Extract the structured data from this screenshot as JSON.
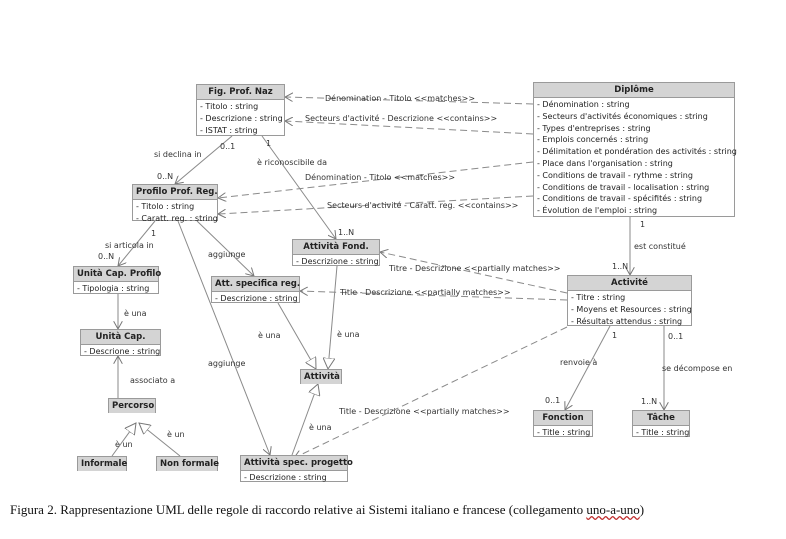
{
  "classes": {
    "fig_prof_naz": {
      "name": "Fig. Prof. Naz",
      "attrs": [
        "- Titolo : string",
        "- Descrizione : string",
        "- ISTAT : string"
      ]
    },
    "diplome": {
      "name": "Diplôme",
      "attrs": [
        "- Dénomination : string",
        "- Secteurs d'activités économiques : string",
        "- Types d'entreprises : string",
        "- Emplois concernés : string",
        "- Délimitation et pondération des activités : string",
        "- Place dans l'organisation : string",
        "- Conditions de travail - rythme : string",
        "- Conditions de travail - localisation : string",
        "- Conditions de travail - spécifités : string",
        "- Évolution de l'emploi : string"
      ]
    },
    "profilo_prof_reg": {
      "name": "Profilo Prof. Reg.",
      "attrs": [
        "- Titolo : string",
        "- Caratt. reg. : string"
      ]
    },
    "attivita_fond": {
      "name": "Attività Fond.",
      "attrs": [
        "- Descrizione : string"
      ]
    },
    "unita_cap_profilo": {
      "name": "Unità Cap. Profilo",
      "attrs": [
        "- Tipologia : string"
      ]
    },
    "att_specifica_reg": {
      "name": "Att. specifica reg.",
      "attrs": [
        "- Descrizione : string"
      ]
    },
    "activite": {
      "name": "Activité",
      "attrs": [
        "- Titre : string",
        "- Moyens et Resources : string",
        "- Résultats attendus : string"
      ]
    },
    "unita_cap": {
      "name": "Unità Cap.",
      "attrs": [
        "- Descrione : string"
      ]
    },
    "attivita": {
      "name": "Attività",
      "attrs": []
    },
    "percorso": {
      "name": "Percorso",
      "attrs": []
    },
    "fonction": {
      "name": "Fonction",
      "attrs": [
        "- Title : string"
      ]
    },
    "tache": {
      "name": "Tâche",
      "attrs": [
        "- Title : string"
      ]
    },
    "informale": {
      "name": "Informale",
      "attrs": []
    },
    "non_formale": {
      "name": "Non formale",
      "attrs": []
    },
    "attivita_spec_progetto": {
      "name": "Attività spec. progetto",
      "attrs": [
        "- Descrizione : string"
      ]
    }
  },
  "edge_labels": {
    "denom_titolo_1": "Dénomination - Titolo <<matches>>",
    "secteurs_descr": "Secteurs d'activité - Descrizione <<contains>>",
    "denom_titolo_2": "Dénomination - Titolo <<matches>>",
    "secteurs_caratt": "Secteurs d'activité - Caratt. reg. <<contains>>",
    "si_declina_in": "si declina in",
    "mult_0_1_a": "0..1",
    "mult_0_n_a": "0..N",
    "mult_1_a": "1",
    "riconoscibile": "è riconoscibile da",
    "mult_1_n_a": "1..N",
    "mult_1_b": "1",
    "si_articola_in": "si articola in",
    "mult_0_n_b": "0..N",
    "aggiunge_1": "aggiunge",
    "aggiunge_2": "aggiunge",
    "mult_1_c": "1",
    "est_constitue": "est constitué",
    "mult_1_n_b": "1..N",
    "titre_descr_1": "Titre - Descrizione <<partially matches>>",
    "title_descr_2": "Title - Descrizione <<partially matches>>",
    "title_descr_3": "Title - Descrizione <<partially matches>>",
    "e_una_1": "è una",
    "e_una_2": "è una",
    "e_una_3": "è una",
    "e_una_4": "è una",
    "associato_a": "associato a",
    "e_un_1": "è un",
    "e_un_2": "è un",
    "mult_1_d": "1",
    "mult_0_1_b": "0..1",
    "renvoie_a": "renvoie à",
    "se_decompose": "se décompose en",
    "mult_0_1_c": "0..1",
    "mult_1_n_c": "1..N"
  },
  "caption": {
    "text": "Figura 2. Rappresentazione UML delle regole di raccordo relative ai Sistemi italiano e francese (collegamento ",
    "underlined": "uno-a-uno",
    "end": ")"
  }
}
